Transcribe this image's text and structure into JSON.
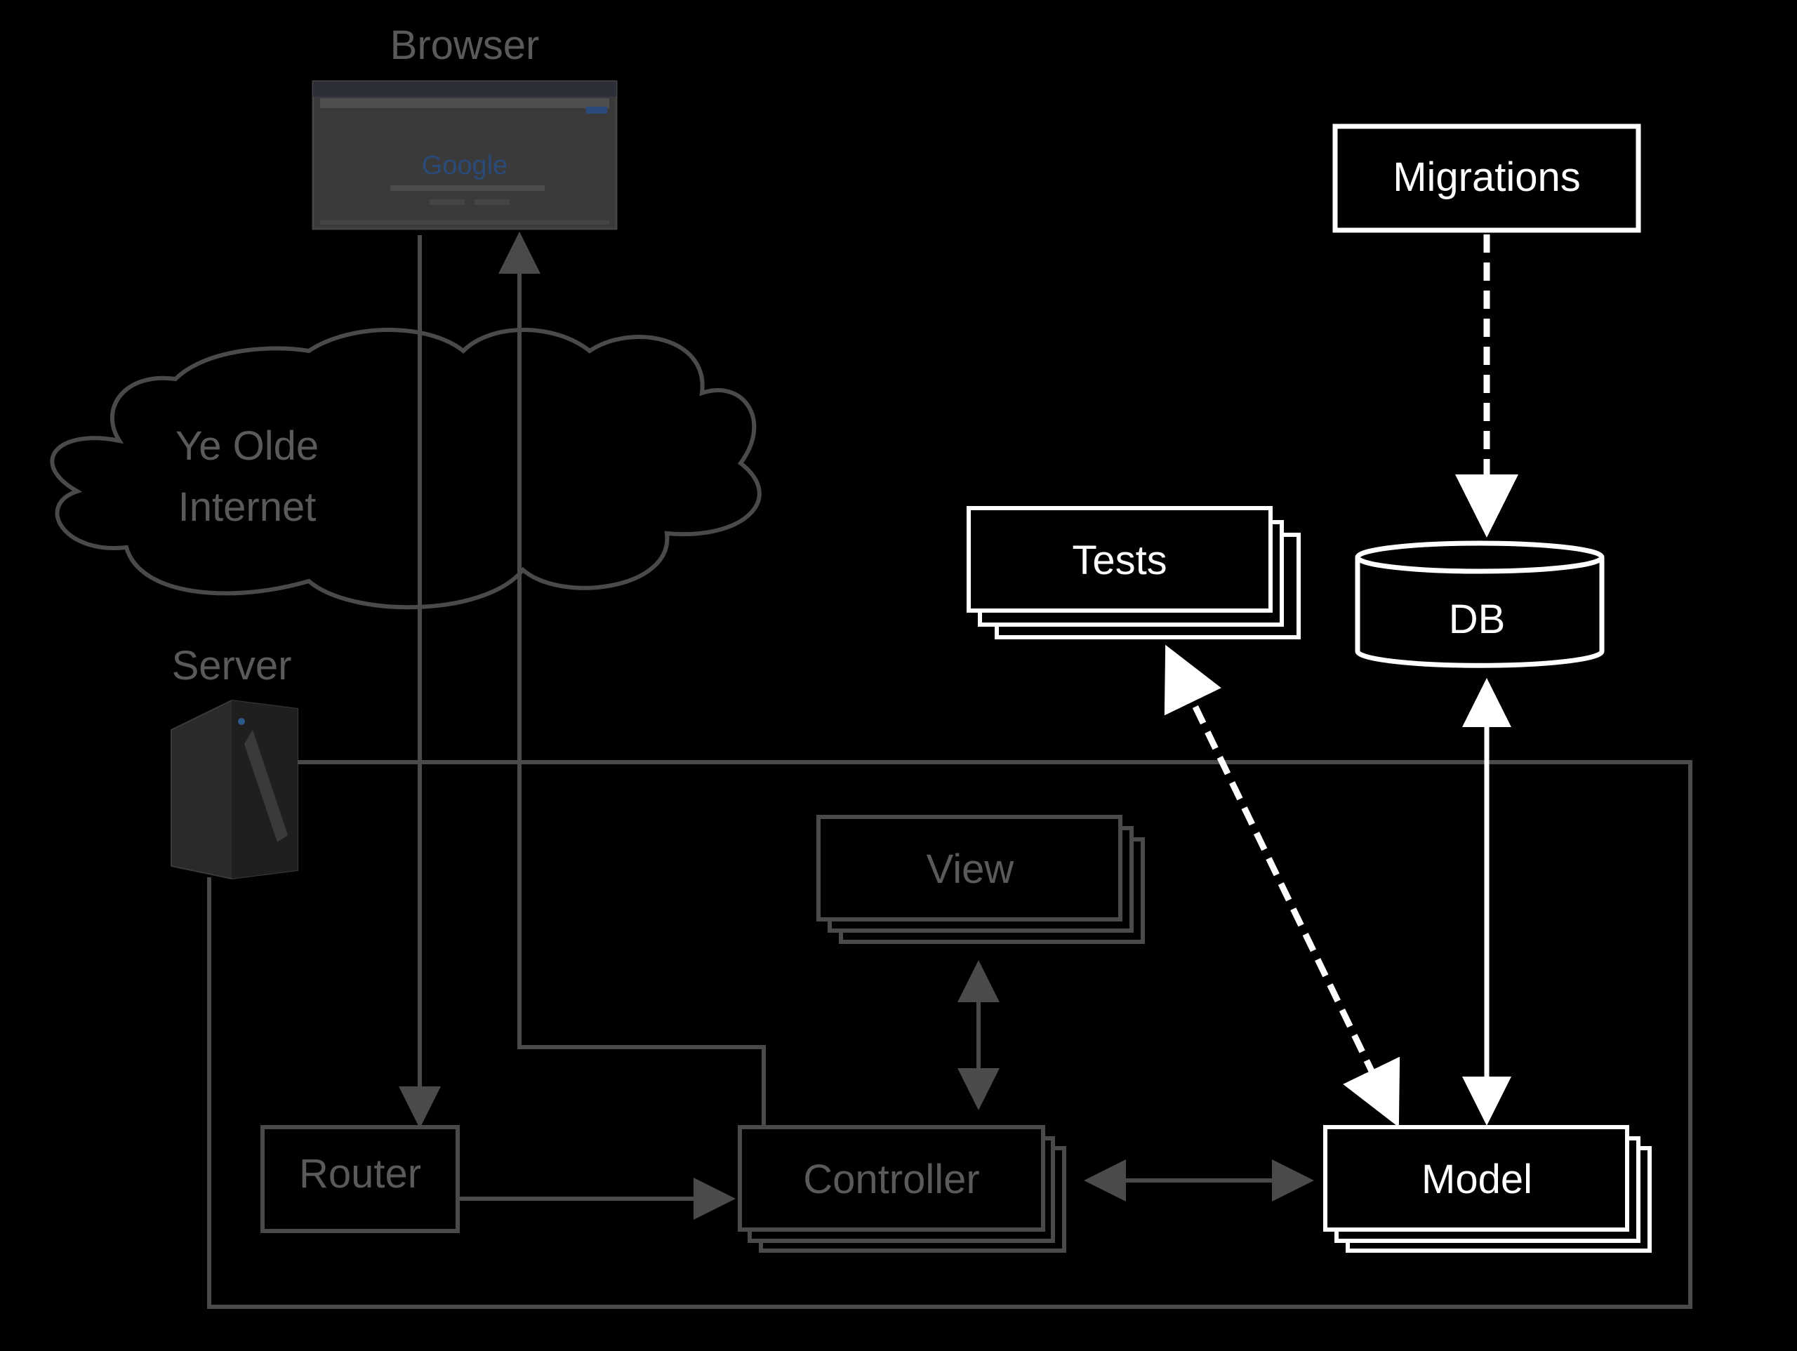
{
  "labels": {
    "browser": "Browser",
    "internet_line1": "Ye Olde",
    "internet_line2": "Internet",
    "server": "Server",
    "router": "Router",
    "controller": "Controller",
    "view": "View",
    "model": "Model",
    "tests": "Tests",
    "db": "DB",
    "migrations": "Migrations",
    "google_logo": "Google"
  },
  "colors": {
    "background": "#000000",
    "dim": "#4a4a4a",
    "dim_text": "#5a5a5a",
    "highlight": "#ffffff"
  },
  "icons": {
    "browser": "browser-screenshot-icon",
    "server": "server-tower-icon",
    "internet": "cloud-icon",
    "db": "database-cylinder-icon"
  }
}
